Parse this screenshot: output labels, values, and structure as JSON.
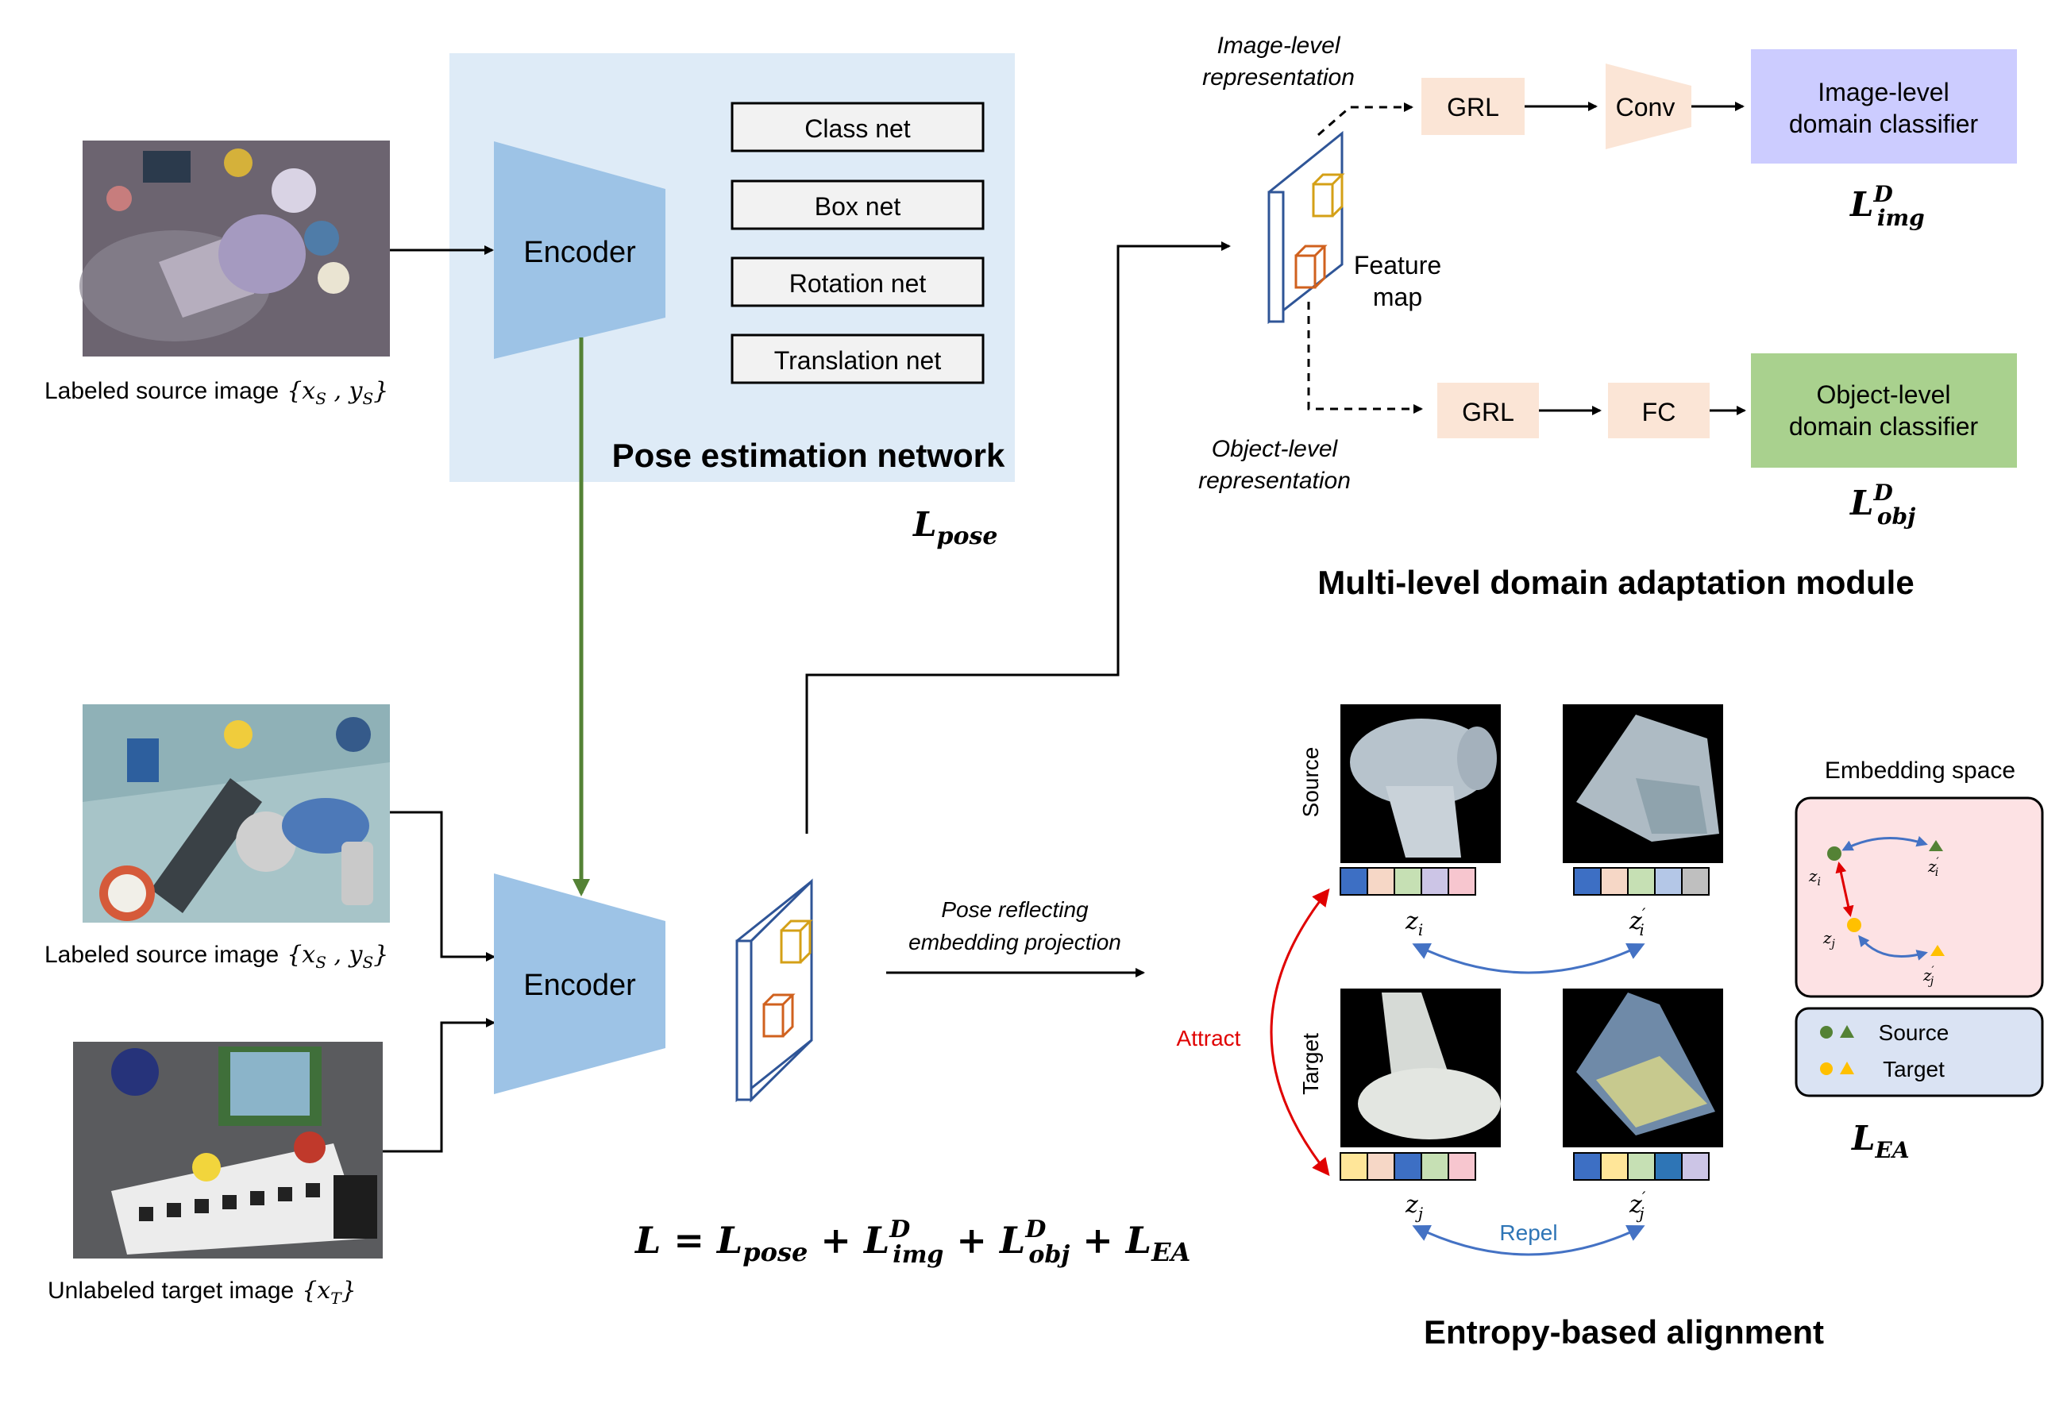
{
  "pose_network": {
    "title": "Pose estimation network",
    "encoder_label": "Encoder",
    "heads": [
      "Class net",
      "Box net",
      "Rotation net",
      "Translation net"
    ],
    "loss": "L",
    "loss_sub": "pose"
  },
  "inputs": {
    "source_caption_top": "Labeled source image",
    "source_caption_bottom": "Labeled source image",
    "source_math": "{x",
    "source_sub_s": "S",
    "source_sep": " , y",
    "source_close": "}",
    "target_caption": "Unlabeled target image",
    "target_math": "{x",
    "target_sub_t": "T",
    "target_close": "}"
  },
  "shared_encoder_label": "Encoder",
  "domain_adaptation": {
    "title": "Multi-level domain adaptation module",
    "image_level_rep": [
      "Image-level",
      "representation"
    ],
    "object_level_rep": [
      "Object-level",
      "representation"
    ],
    "feature_map": [
      "Feature",
      "map"
    ],
    "grl": "GRL",
    "conv": "Conv",
    "fc": "FC",
    "image_classifier": [
      "Image-level",
      "domain classifier"
    ],
    "object_classifier": [
      "Object-level",
      "domain classifier"
    ],
    "loss_img_main": "L",
    "loss_img_sup": "D",
    "loss_img_sub": "img",
    "loss_obj_main": "L",
    "loss_obj_sup": "D",
    "loss_obj_sub": "obj"
  },
  "projection_label": [
    "Pose reflecting",
    "embedding projection"
  ],
  "alignment": {
    "title": "Entropy-based alignment",
    "source_label": "Source",
    "target_label": "Target",
    "attract": "Attract",
    "repel": "Repel",
    "z_i": "z",
    "z_i_sub": "i",
    "z_i_prime": "z",
    "z_i_prime_sub": "i",
    "z_j": "z",
    "z_j_sub": "j",
    "z_j_prime": "z",
    "z_j_prime_sub": "j",
    "prime": "′",
    "embedding_title": "Embedding space",
    "legend_source": "Source",
    "legend_target": "Target",
    "loss_main": "L",
    "loss_sub": "EA",
    "embed_colors": {
      "zi": [
        "#3d6fc4",
        "#f6d7c6",
        "#c6e0b4",
        "#ccc5e6",
        "#f7c6cf"
      ],
      "zi_prime": [
        "#3d6fc4",
        "#f6d7c6",
        "#c6e0b4",
        "#b4c7e7",
        "#bfbfbf"
      ],
      "zj": [
        "#ffe699",
        "#f6d7c6",
        "#3d6fc4",
        "#c6e0b4",
        "#f7c6cf"
      ],
      "zj_prime": [
        "#3d6fc4",
        "#ffe699",
        "#c6e0b4",
        "#2e75b6",
        "#ccc5e6"
      ]
    }
  },
  "total_loss": {
    "lhs": "L",
    "eq": " = ",
    "t1": "L",
    "t1_sub": "pose",
    "plus": " + ",
    "t2": "L",
    "t2_sup": "D",
    "t2_sub": "img",
    "t3": "L",
    "t3_sup": "D",
    "t3_sub": "obj",
    "t4": "L",
    "t4_sub": "EA"
  },
  "colors": {
    "encoder": "#9dc3e6",
    "pose_panel": "#deebf7",
    "grl_box": "#fbe5d6",
    "image_classifier": "#ccccff",
    "object_classifier": "#a9d18e",
    "embedding_bg": "#fde2e4",
    "legend_bg": "#dae3f3",
    "green_arrow": "#548235",
    "attract": "#e00000",
    "repel": "#4472c4"
  }
}
